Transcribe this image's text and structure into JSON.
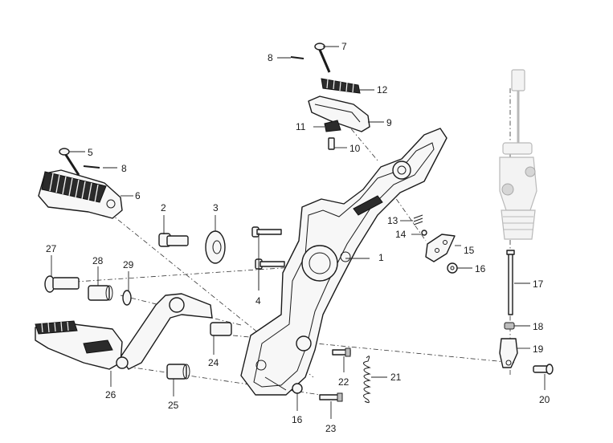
{
  "diagram": {
    "callouts": [
      {
        "id": "1",
        "text": "1"
      },
      {
        "id": "2",
        "text": "2"
      },
      {
        "id": "3",
        "text": "3"
      },
      {
        "id": "4",
        "text": "4"
      },
      {
        "id": "5",
        "text": "5"
      },
      {
        "id": "6",
        "text": "6"
      },
      {
        "id": "7",
        "text": "7"
      },
      {
        "id": "8a",
        "text": "8"
      },
      {
        "id": "8b",
        "text": "8"
      },
      {
        "id": "9",
        "text": "9"
      },
      {
        "id": "10",
        "text": "10"
      },
      {
        "id": "11",
        "text": "11"
      },
      {
        "id": "12",
        "text": "12"
      },
      {
        "id": "13",
        "text": "13"
      },
      {
        "id": "14",
        "text": "14"
      },
      {
        "id": "15",
        "text": "15"
      },
      {
        "id": "16a",
        "text": "16"
      },
      {
        "id": "16b",
        "text": "16"
      },
      {
        "id": "17",
        "text": "17"
      },
      {
        "id": "18",
        "text": "18"
      },
      {
        "id": "19",
        "text": "19"
      },
      {
        "id": "20",
        "text": "20"
      },
      {
        "id": "21",
        "text": "21"
      },
      {
        "id": "22",
        "text": "22"
      },
      {
        "id": "23",
        "text": "23"
      },
      {
        "id": "24",
        "text": "24"
      },
      {
        "id": "25",
        "text": "25"
      },
      {
        "id": "26",
        "text": "26"
      },
      {
        "id": "27",
        "text": "27"
      },
      {
        "id": "28",
        "text": "28"
      },
      {
        "id": "29",
        "text": "29"
      }
    ]
  }
}
